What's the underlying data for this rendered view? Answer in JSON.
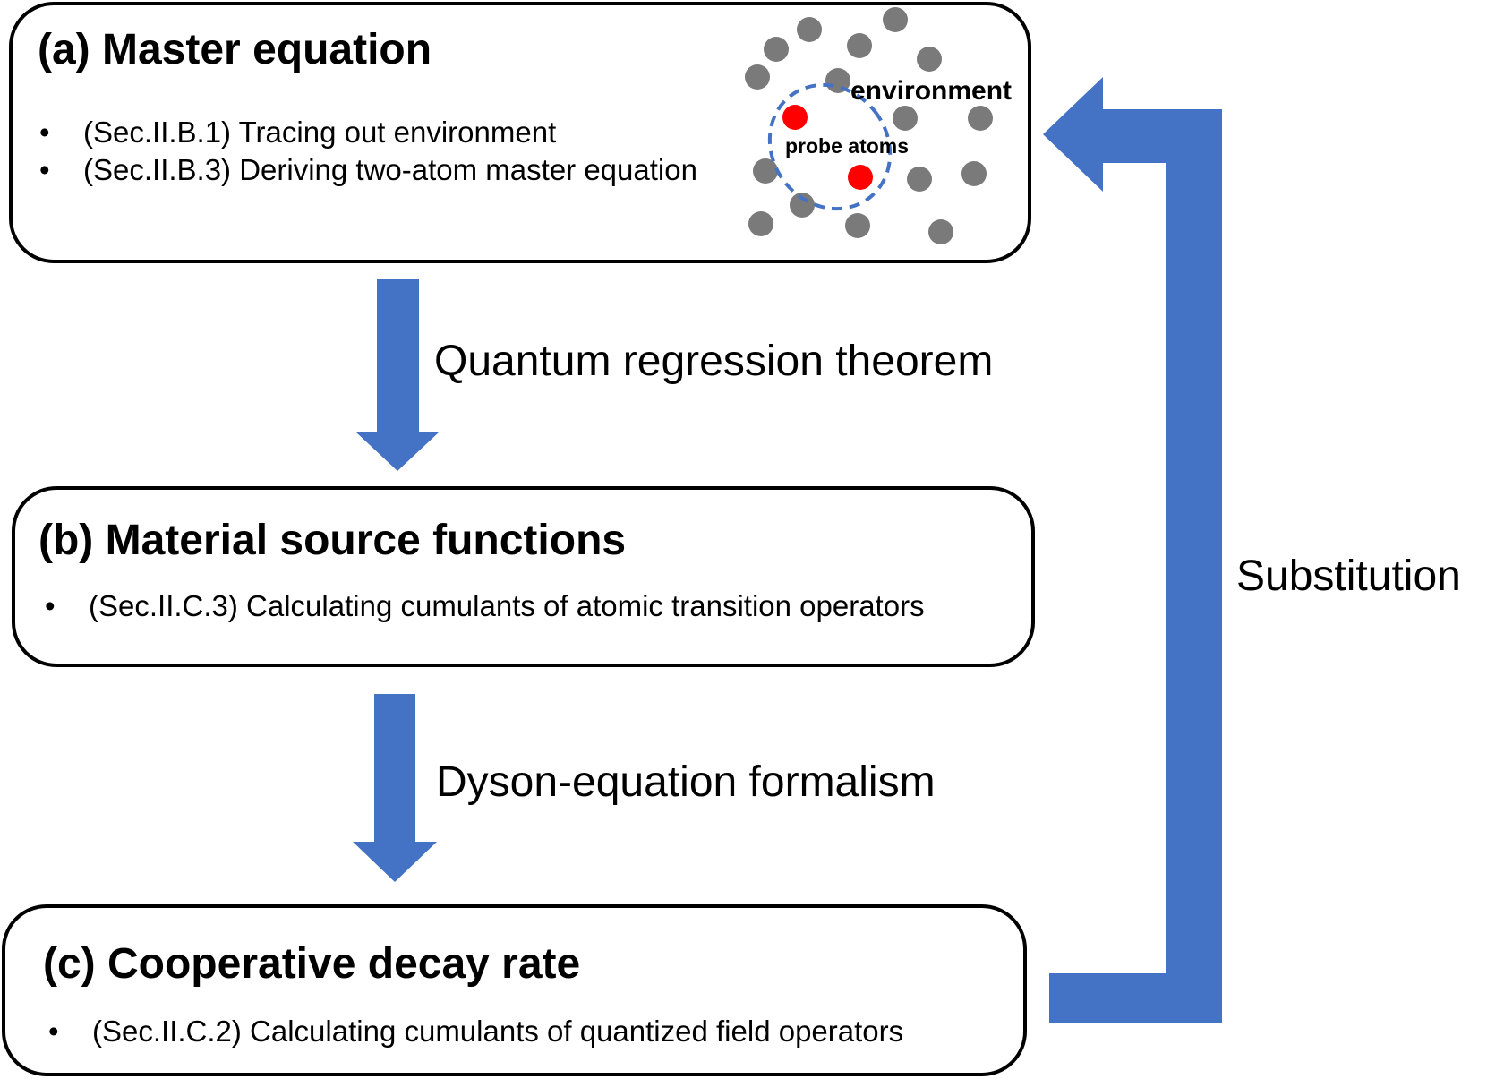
{
  "colors": {
    "arrow": "#4472C4",
    "env_atom": "#7a7a7a",
    "probe_atom": "#ff0000",
    "probe_ellipse": "#4472C4",
    "box_border": "#000000"
  },
  "box_a": {
    "title": "(a) Master equation",
    "bullets": [
      "(Sec.II.B.1) Tracing out environment",
      "(Sec.II.B.3) Deriving two-atom master equation"
    ],
    "inset": {
      "environment_label": "environment",
      "probe_label": "probe atoms"
    }
  },
  "box_b": {
    "title": "(b) Material source functions",
    "bullets": [
      "(Sec.II.C.3) Calculating cumulants of atomic transition operators"
    ]
  },
  "box_c": {
    "title": "(c) Cooperative decay rate",
    "bullets": [
      "(Sec.II.C.2) Calculating cumulants of quantized field operators"
    ]
  },
  "arrows": {
    "a_to_b": "Quantum regression theorem",
    "b_to_c": "Dyson-equation formalism",
    "c_to_a": "Substitution"
  },
  "bullet_symbol": "•"
}
